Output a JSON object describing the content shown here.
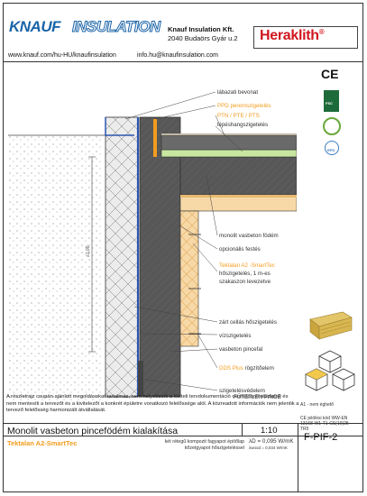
{
  "header": {
    "logo_knauf": "KNAUF",
    "logo_insulation": "INSULATION",
    "company": "Knauf Insulation Kft.",
    "address": "2040 Budaörs Gyár u.2",
    "website": "www.knauf.com/hu-HU/knaufinsulation",
    "email": "info.hu@knaufinsulation.com",
    "brand": "Heraklith",
    "brand_mark": "®"
  },
  "certifications": {
    "ce": "CE",
    "fsc": "FSC",
    "epd": "EPD"
  },
  "labels": {
    "l1": "lábazati bevonat",
    "l2": "PPD peremszigetelés",
    "l3": "PTN / PTE / PTS",
    "l4": "lépéshangszigetelés",
    "l5": "monolit vasbeton födém",
    "l6": "opcionális festés",
    "l7a": "Tektalan A2 -SmartTec",
    "l7b": "hőszigetelés, 1 m-es",
    "l7c": "szakaszon levezetve",
    "l8": "zárt cellás hőszigetelés",
    "l9": "vízszigetelés",
    "l10": "vasbeton pincefal",
    "l11a": "DDS Plus",
    "l11b": " rögzítőelem",
    "l12": "szigetelésvédelem",
    "l13": "FŰTETLEN PINCE",
    "dim": "≥1,00"
  },
  "colors": {
    "orange": "#f29c1f",
    "insulation": "#f7d9a7",
    "concrete": "#575757",
    "xps": "#ececec",
    "green": "#c8e6a0",
    "brand_blue": "#1a64a8",
    "brand_red": "#d1161e"
  },
  "side": {
    "note1": "A1 - nem éghető",
    "note2": "CE jelölési kód WW-EN 13168-W1-T1-CS(10)25-TR5"
  },
  "notes": "A részletrajz csupán ajánlott megoldásokat tartalmaz, nem helyettesíti a kiviteli tervdokumentáció csomóponti részleteit és nem mentesíti a tervezőt és a kivitelezőt a konkrét épületre vonatkozó felelőssége alól. A közreadott információk nem jelentik a tervező felelősség harmonizált átvállalását.",
  "title_block": {
    "title": "Monolit vasbeton pincefödém kialakítása",
    "scale": "1:10",
    "code": "F-PIF-2",
    "product": "Tektalan A2-SmartTec",
    "desc1": "két rétegű kompozit fagyapot építőlap",
    "desc2": "kőzetgyapot hőszigeteléssel",
    "lambda_main": "λD = 0,095 W/mK",
    "lambda_sub": "λwood = 0,034 W/mK"
  }
}
